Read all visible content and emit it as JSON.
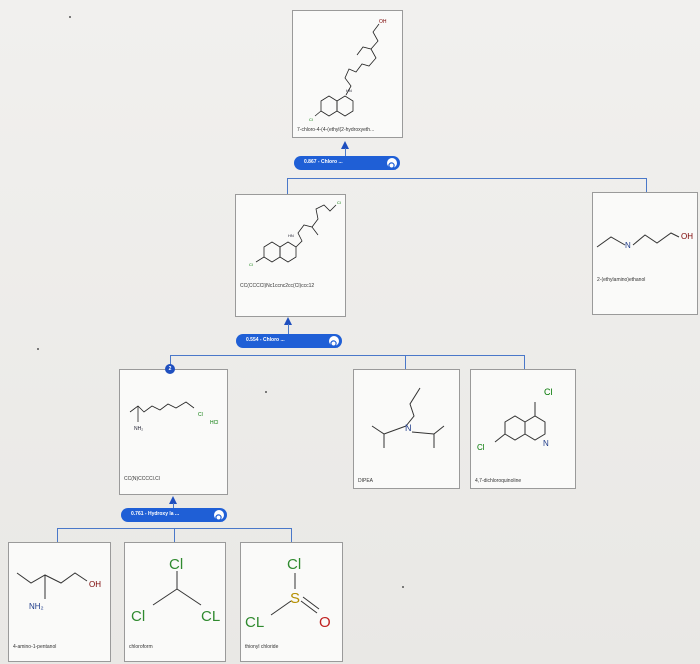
{
  "nodes": {
    "top": {
      "label": "7-chloro-4-(4-(ethyl(2-hydroxyeth..."
    },
    "mid": {
      "label": "CC(CCCCl)Nc1ccnc2cc(Cl)ccc12"
    },
    "left": {
      "label": "CC(N)CCCCl.Cl",
      "badge": "2"
    },
    "dipea": {
      "label": "DIPEA"
    },
    "dichloroquinoline": {
      "label": "4,7-dichloroquinoline"
    },
    "ethylaminoethanol": {
      "label": "2-(ethylamino)ethanol"
    },
    "aminopentanol": {
      "label": "4-amino-1-pentanol"
    },
    "chloroform": {
      "label": "chloroform"
    },
    "thionyl": {
      "label": "thionyl chloride"
    }
  },
  "pills": {
    "p1": {
      "score": "0.867",
      "text": "Chloro"
    },
    "p2": {
      "score": "0.554",
      "text": "Chloro"
    },
    "p3": {
      "score": "0.761",
      "text": "Hydroxy la"
    }
  },
  "atoms": {
    "OH": "OH",
    "HN": "HN",
    "NH": "NH",
    "NH2": "NH₂",
    "N": "N",
    "Cl": "Cl",
    "CL": "CL",
    "HCl": "HCl",
    "S": "S",
    "O": "O",
    "H": "H"
  }
}
